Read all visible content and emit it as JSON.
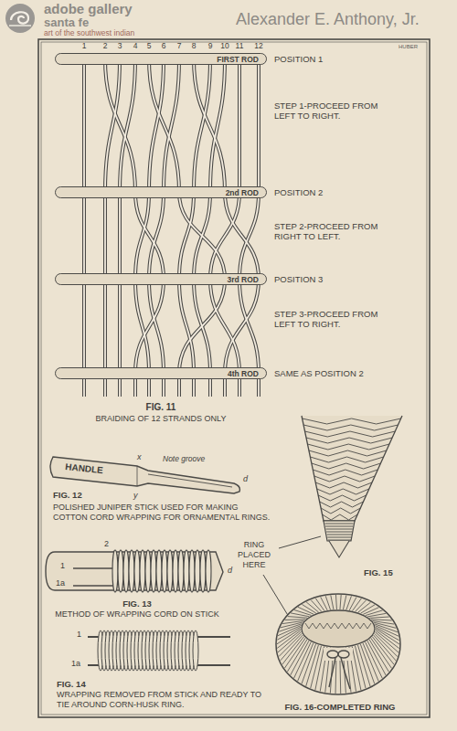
{
  "diagram": {
    "nodes": [
      {
        "text": [
          "FIRST ROD"
        ]
      },
      {
        "text": [
          "2nd ROD"
        ]
      },
      {
        "text": [
          "3rd ROD"
        ]
      },
      {
        "text": [
          "4th ROD"
        ]
      },
      {
        "text": [
          "HANDLE"
        ]
      }
    ],
    "labels": [
      "adobe gallery",
      "santa fe",
      "art of the southwest indian",
      "Alexander E. Anthony, Jr.",
      "HUBER",
      "1",
      "2",
      "3",
      "4",
      "5",
      "6",
      "7",
      "8",
      "9",
      "10",
      "11",
      "12",
      "POSITION 1",
      "STEP 1-PROCEED FROM LEFT TO RIGHT.",
      "POSITION 2",
      "STEP 2-PROCEED FROM RIGHT TO LEFT.",
      "POSITION 3",
      "STEP 3-PROCEED FROM LEFT TO RIGHT.",
      "SAME AS POSITION 2",
      "FIG. 11",
      "BRAIDING OF 12 STRANDS ONLY",
      "x",
      "Note groove",
      "y",
      "d",
      "FIG. 12",
      "POLISHED JUNIPER STICK USED FOR MAKING COTTON CORD WRAPPING FOR ORNAMENTAL RINGS.",
      "1",
      "1a",
      "2",
      "d",
      "FIG. 13",
      "METHOD OF WRAPPING CORD ON STICK",
      "1",
      "1a",
      "FIG. 14",
      "WRAPPING REMOVED FROM STICK AND READY TO TIE AROUND CORN-HUSK RING.",
      "RING PLACED HERE",
      "FIG. 15",
      "FIG. 16-COMPLETED RING"
    ]
  }
}
